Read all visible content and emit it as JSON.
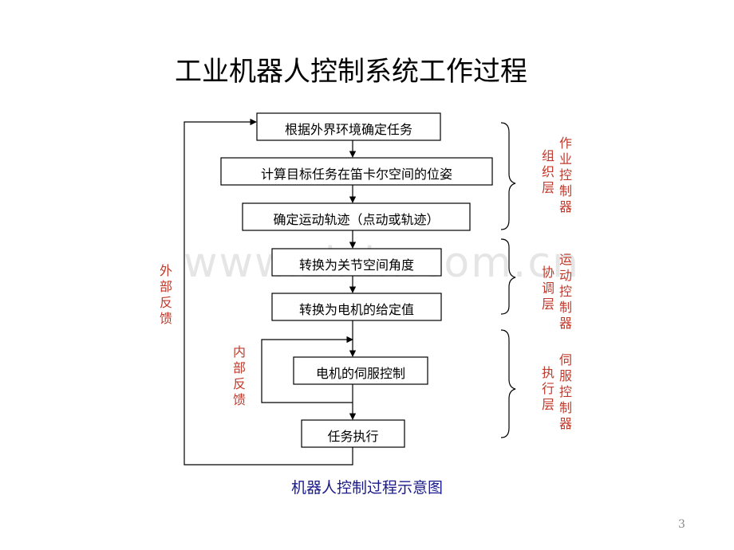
{
  "title": "工业机器人控制系统工作过程",
  "steps": [
    "根据外界环境确定任务",
    "计算目标任务在笛卡尔空间的位姿",
    "确定运动轨迹（点动或轨迹）",
    "转换为关节空间角度",
    "转换为电机的给定值",
    "电机的伺服控制",
    "任务执行"
  ],
  "feedback": {
    "outer": "外部反馈",
    "inner": "内部反馈"
  },
  "layers": [
    {
      "col1": "作业控制器",
      "col2": "组织层"
    },
    {
      "col1": "运动控制器",
      "col2": "协调层"
    },
    {
      "col1": "伺服控制器",
      "col2": "执行层"
    }
  ],
  "caption": "机器人控制过程示意图",
  "page_number": "3",
  "watermark": "www.zixin.com.cn"
}
